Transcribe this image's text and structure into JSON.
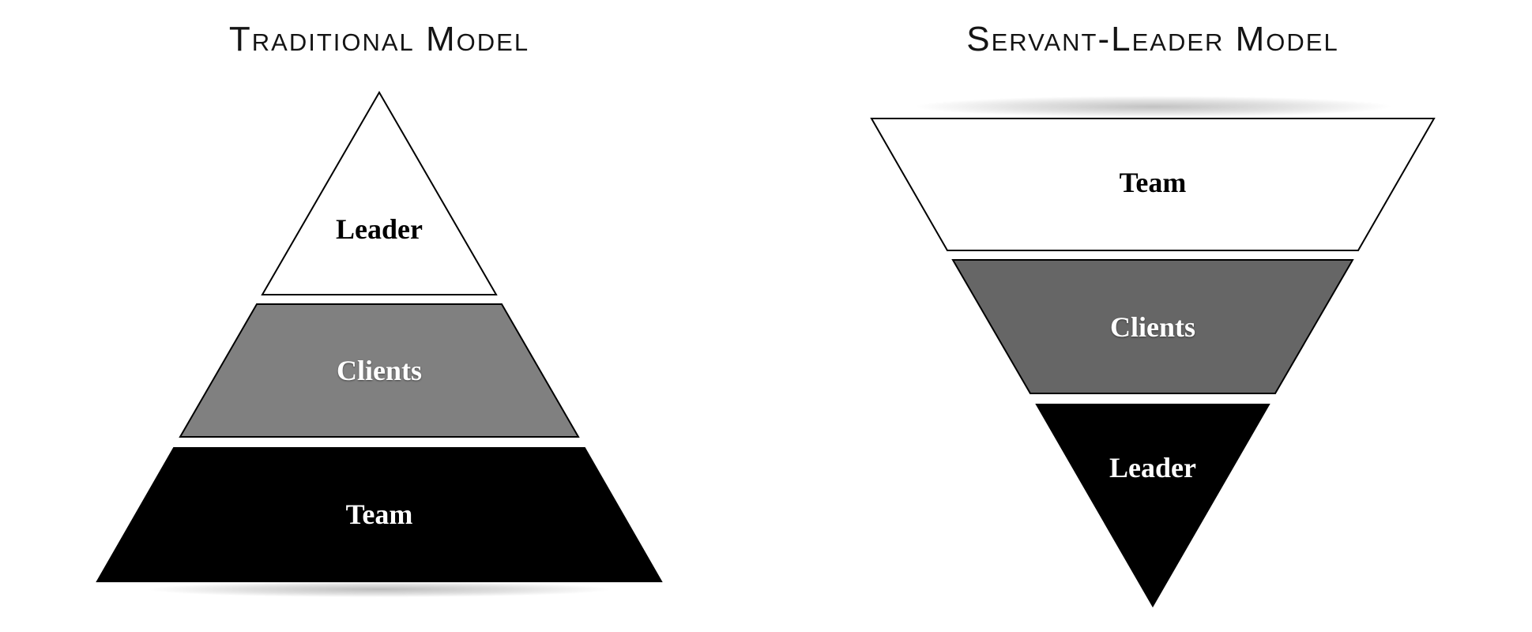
{
  "page": {
    "background_color": "#ffffff",
    "title_color": "#141414"
  },
  "diagrams": [
    {
      "id": "traditional",
      "title": "Traditional Model",
      "type": "pyramid",
      "orientation": "upright",
      "levels": [
        {
          "label": "Leader",
          "fill": "#ffffff",
          "text_color": "#000000",
          "position": "top"
        },
        {
          "label": "Clients",
          "fill": "#808080",
          "text_color": "#ffffff",
          "position": "middle"
        },
        {
          "label": "Team",
          "fill": "#000000",
          "text_color": "#ffffff",
          "position": "bottom"
        }
      ],
      "shadow": "ellipse-below-base"
    },
    {
      "id": "servant-leader",
      "title": "Servant-Leader Model",
      "type": "pyramid",
      "orientation": "inverted",
      "levels": [
        {
          "label": "Team",
          "fill": "#ffffff",
          "text_color": "#000000",
          "position": "top"
        },
        {
          "label": "Clients",
          "fill": "#666666",
          "text_color": "#ffffff",
          "position": "middle"
        },
        {
          "label": "Leader",
          "fill": "#000000",
          "text_color": "#ffffff",
          "position": "bottom"
        }
      ],
      "shadow": "ellipse-above-top"
    }
  ]
}
